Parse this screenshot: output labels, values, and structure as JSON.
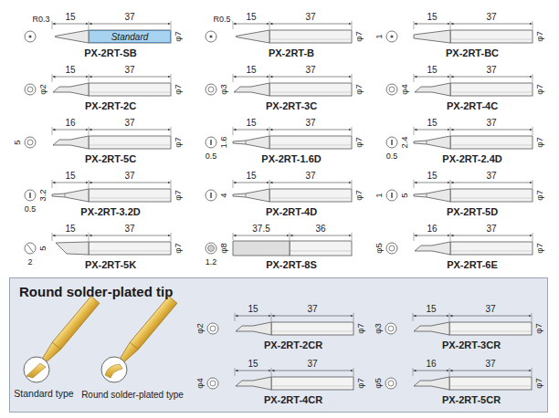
{
  "diagram": {
    "nodes": [
      {
        "text": [
          "Standard"
        ]
      },
      {
        "text": [
          "Round solder-plated tip"
        ]
      }
    ],
    "labels": [
      "R0.3",
      "15",
      "37",
      "φ7",
      "PX-2RT-SB",
      "R0.5",
      "15",
      "37",
      "φ7",
      "PX-2RT-B",
      "1",
      "15",
      "37",
      "φ7",
      "PX-2RT-BC",
      "φ2",
      "15",
      "37",
      "φ7",
      "PX-2RT-2C",
      "φ3",
      "15",
      "37",
      "φ7",
      "PX-2RT-3C",
      "φ4",
      "15",
      "37",
      "φ7",
      "PX-2RT-4C",
      "5",
      "16",
      "37",
      "φ7",
      "PX-2RT-5C",
      "1.6",
      "0.5",
      "15",
      "37",
      "φ7",
      "PX-2RT-1.6D",
      "2.4",
      "0.5",
      "15",
      "37",
      "φ7",
      "PX-2RT-2.4D",
      "3.2",
      "0.5",
      "15",
      "37",
      "φ7",
      "PX-2RT-3.2D",
      "4",
      "15",
      "37",
      "φ7",
      "PX-2RT-4D",
      "1",
      "5",
      "15",
      "37",
      "φ7",
      "PX-2RT-5D",
      "5",
      "2",
      "15",
      "37",
      "φ7",
      "PX-2RT-5K",
      "φ8",
      "1.2",
      "37.5",
      "36",
      "PX-2RT-8S",
      "φ5",
      "16",
      "37",
      "φ7",
      "PX-2RT-6E",
      "φ2",
      "15",
      "37",
      "φ7",
      "PX-2RT-2CR",
      "φ3",
      "15",
      "37",
      "φ7",
      "PX-2RT-3CR",
      "φ4",
      "15",
      "37",
      "φ7",
      "PX-2RT-4CR",
      "φ5",
      "16",
      "37",
      "φ7",
      "PX-2RT-5CR",
      "Standard type",
      "Round solder-plated type"
    ]
  }
}
